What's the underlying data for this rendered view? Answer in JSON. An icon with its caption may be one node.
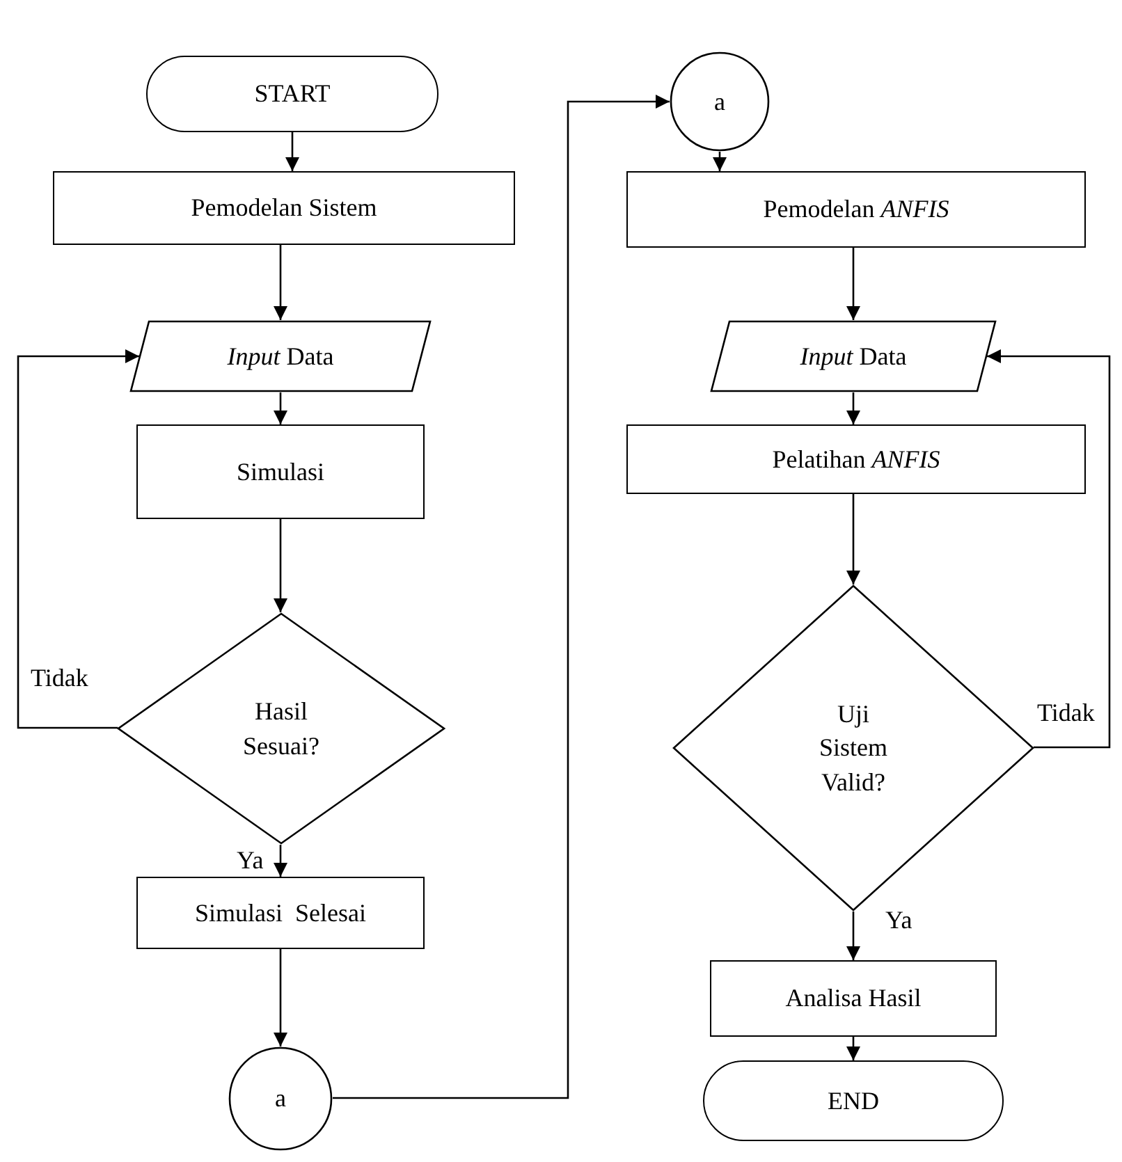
{
  "diagram": {
    "nodes": [
      {
        "text": [
          "START"
        ]
      },
      {
        "text": [
          "Pemodelan Sistem"
        ]
      },
      {
        "text": [
          "*Input* Data"
        ]
      },
      {
        "text": [
          "Simulasi"
        ]
      },
      {
        "text": [
          "Hasil Sesuai?"
        ]
      },
      {
        "text": [
          "Simulasi  Selesai"
        ]
      },
      {
        "text": [
          "a"
        ]
      },
      {
        "text": [
          "a"
        ]
      },
      {
        "text": [
          "Pemodelan *ANFIS*"
        ]
      },
      {
        "text": [
          "*Input* Data"
        ]
      },
      {
        "text": [
          "Pelatihan *ANFIS*"
        ]
      },
      {
        "text": [
          "Uji Sistem Valid?"
        ]
      },
      {
        "text": [
          "Analisa Hasil"
        ]
      },
      {
        "text": [
          "END"
        ]
      }
    ],
    "edges": [
      {
        "from": 0,
        "to": 1,
        "arrow": "to"
      },
      {
        "from": 1,
        "to": 2,
        "arrow": "to"
      },
      {
        "from": 2,
        "to": 3,
        "arrow": "to"
      },
      {
        "from": 3,
        "to": 4,
        "arrow": "to"
      },
      {
        "from": 4,
        "to": 2,
        "arrow": "to",
        "label": "Tidak"
      },
      {
        "from": 4,
        "to": 5,
        "arrow": "to",
        "label": "Ya"
      },
      {
        "from": 5,
        "to": 6,
        "arrow": "to"
      },
      {
        "from": 6,
        "to": 7,
        "arrow": "to"
      },
      {
        "from": 7,
        "to": 8,
        "arrow": "to"
      },
      {
        "from": 8,
        "to": 9,
        "arrow": "to"
      },
      {
        "from": 9,
        "to": 10,
        "arrow": "to"
      },
      {
        "from": 10,
        "to": 11,
        "arrow": "to"
      },
      {
        "from": 11,
        "to": 9,
        "arrow": "to",
        "label": "Tidak"
      },
      {
        "from": 11,
        "to": 12,
        "arrow": "to",
        "label": "Ya"
      },
      {
        "from": 12,
        "to": 13,
        "arrow": "to"
      }
    ]
  }
}
